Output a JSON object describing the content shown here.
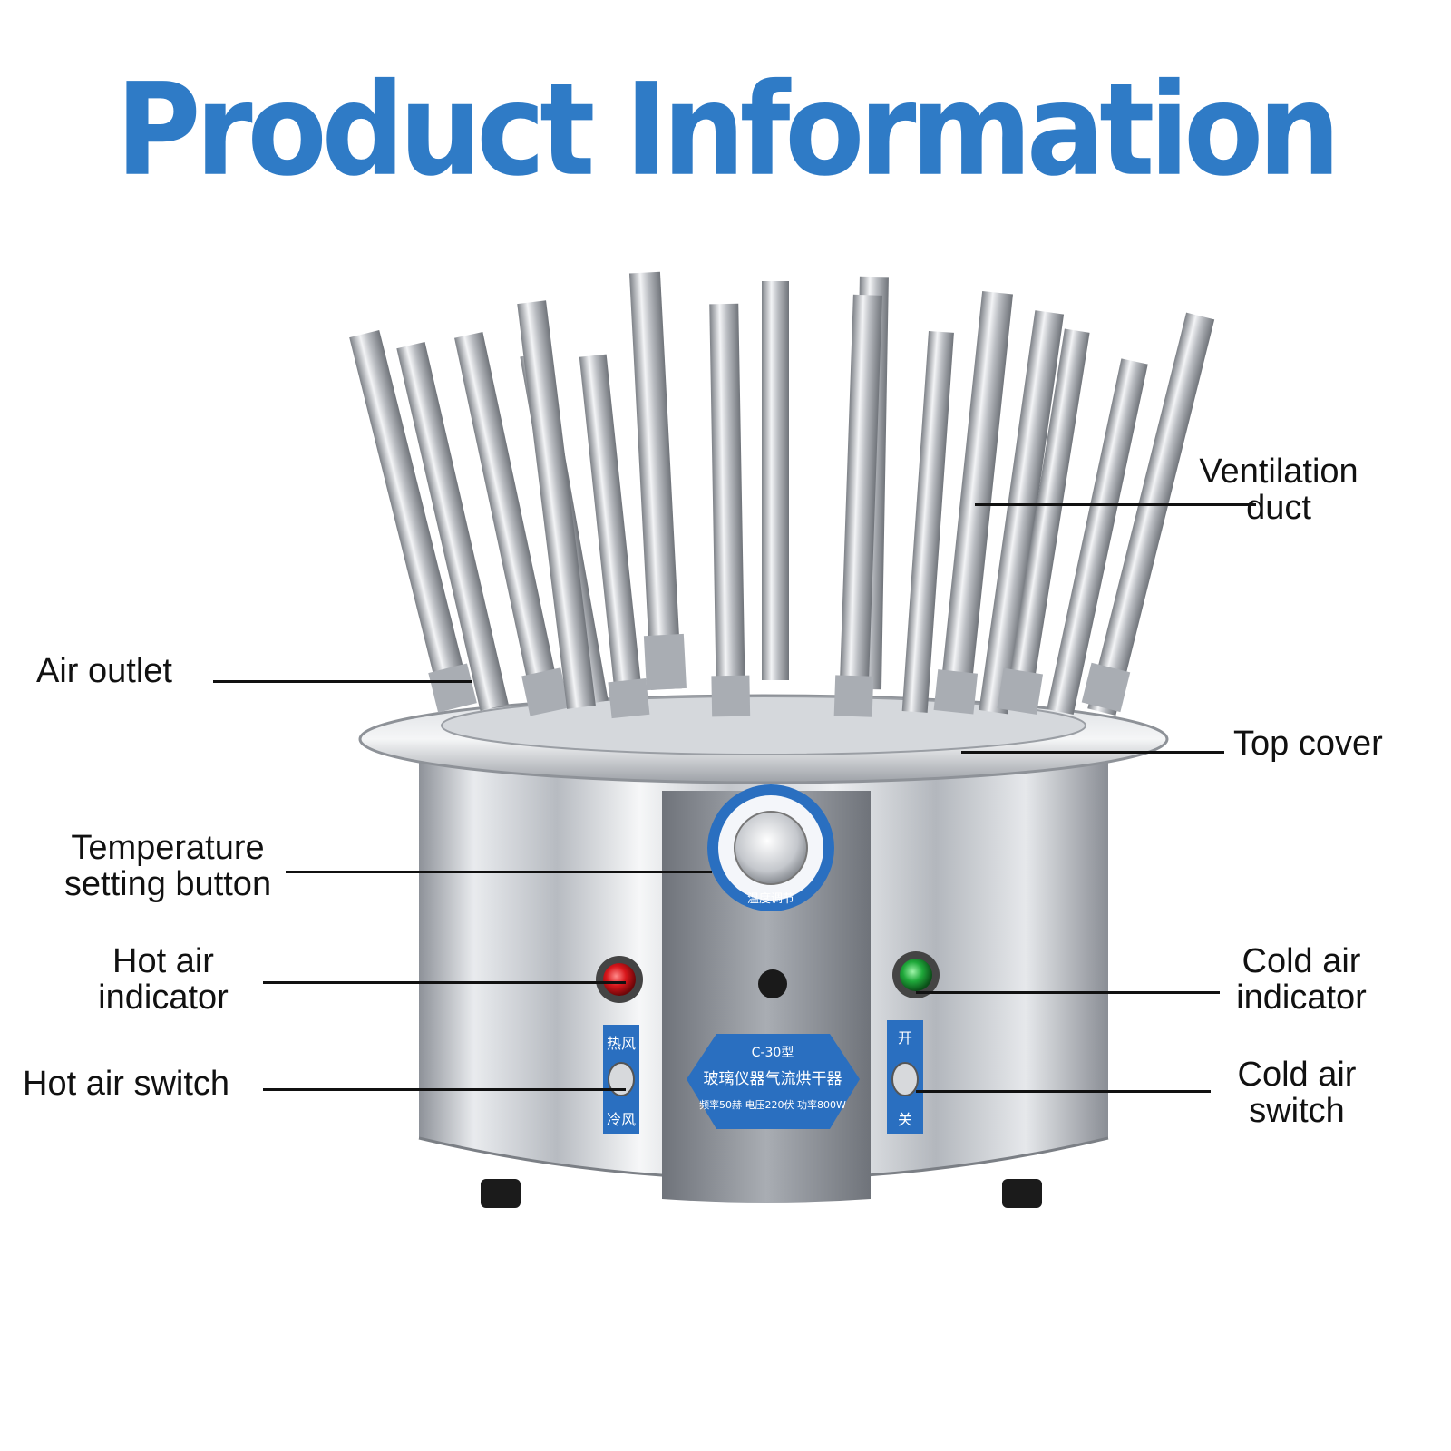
{
  "title": "Product Information",
  "colors": {
    "title": "#2f7bc6",
    "steel_light": "#f4f5f7",
    "steel_mid": "#c9ccd1",
    "steel_dark": "#8c9097",
    "panel_blue": "#2a6fc0",
    "hot_indicator": "#d8161b",
    "cold_indicator": "#1fa83a"
  },
  "callouts": {
    "ventilation_duct": [
      "Ventilation",
      "duct"
    ],
    "air_outlet": [
      "Air outlet"
    ],
    "top_cover": [
      "Top cover"
    ],
    "temperature_setting_button": [
      "Temperature",
      "setting button"
    ],
    "hot_air_indicator": [
      "Hot air",
      "indicator"
    ],
    "cold_air_indicator": [
      "Cold air",
      "indicator"
    ],
    "hot_air_switch": [
      "Hot air switch"
    ],
    "cold_air_switch": [
      "Cold air",
      "switch"
    ]
  },
  "device_labels": {
    "dial": "温度调节",
    "model": "C-30",
    "model_suffix": "型",
    "product_name": "玻璃仪器气流烘干器",
    "spec": "频率50赫 电压220伏 功率800W",
    "left_switch_top": "热风",
    "left_switch_bottom": "冷风",
    "right_switch_top": "开",
    "right_switch_bottom": "关"
  }
}
